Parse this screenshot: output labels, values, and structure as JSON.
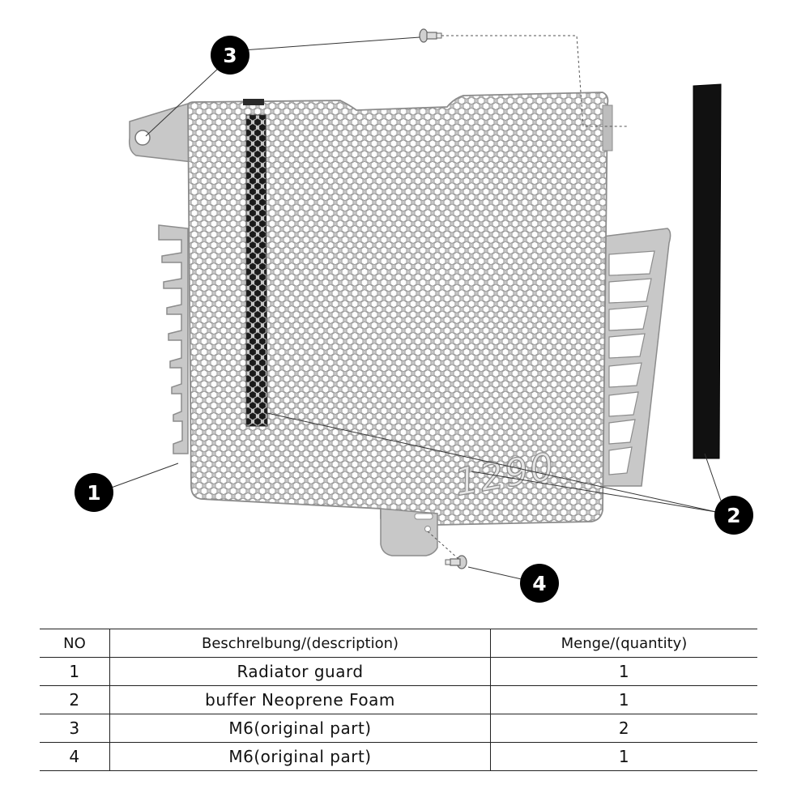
{
  "diagram": {
    "logo_text": "1290",
    "callouts": [
      "1",
      "2",
      "3",
      "4"
    ],
    "colors": {
      "guard_fill": "#c8c8c8",
      "guard_edge": "#8c8c8c",
      "hole_fill": "#ffffff",
      "foam_fill": "#111111",
      "callout_fill": "#000000"
    }
  },
  "table": {
    "headers": [
      "NO",
      "Beschrelbung/(description)",
      "Menge/(quantity)"
    ],
    "rows": [
      {
        "no": "1",
        "description": "Radiator guard",
        "quantity": "1"
      },
      {
        "no": "2",
        "description": "buffer Neoprene Foam",
        "quantity": "1"
      },
      {
        "no": "3",
        "description": "M6(original part)",
        "quantity": "2"
      },
      {
        "no": "4",
        "description": "M6(original part)",
        "quantity": "1"
      }
    ]
  }
}
